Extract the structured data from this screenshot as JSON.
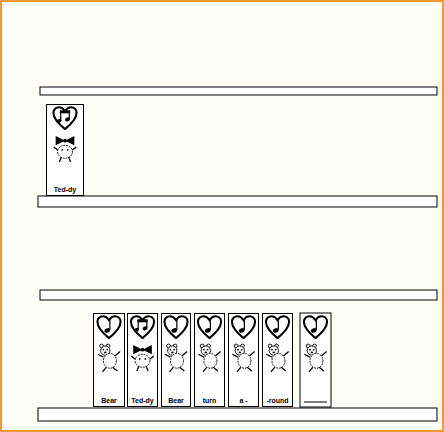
{
  "diagram": {
    "nodes": [
      {
        "text": [
          "Ted-dy"
        ]
      },
      {
        "text": [
          "Bear"
        ]
      },
      {
        "text": [
          "Ted-dy"
        ]
      },
      {
        "text": [
          "Bear"
        ]
      },
      {
        "text": [
          "turn"
        ]
      },
      {
        "text": [
          "a -"
        ]
      },
      {
        "text": [
          "-round"
        ]
      }
    ]
  }
}
